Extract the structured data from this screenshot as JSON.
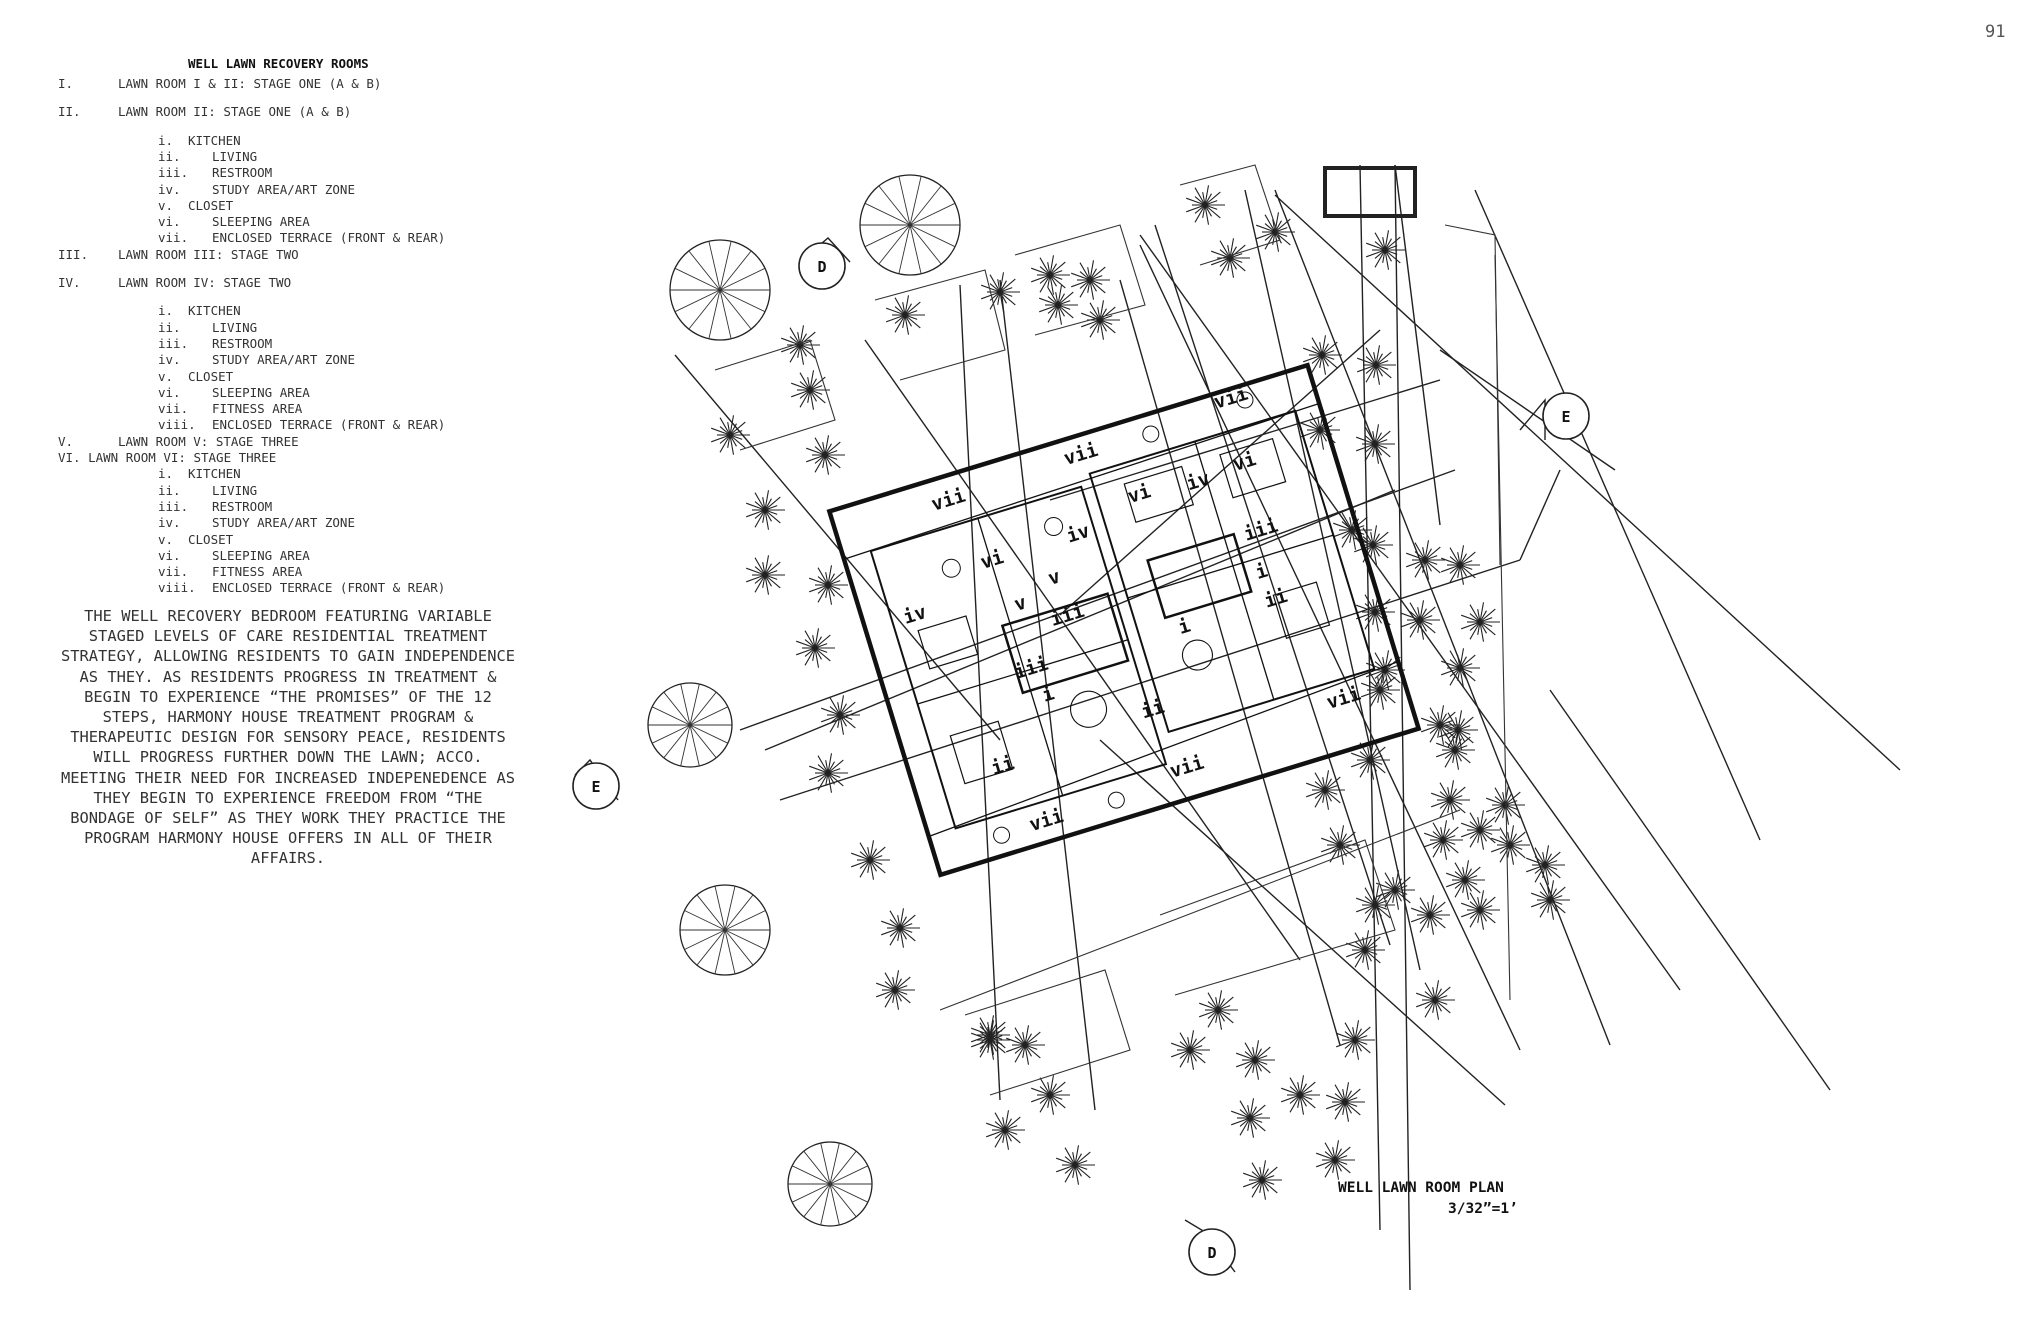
{
  "page": {
    "number": "91"
  },
  "legend": {
    "title": "WELL LAWN RECOVERY ROOMS",
    "rooms": [
      {
        "numeral": "I.",
        "name": "LAWN ROOM I & II: STAGE ONE (A & B)",
        "items": []
      },
      {
        "numeral": "II.",
        "name": "LAWN ROOM II: STAGE ONE (A & B)",
        "items": [
          {
            "n": "i.",
            "t": "KITCHEN"
          },
          {
            "n": "ii.",
            "t": "LIVING"
          },
          {
            "n": "iii.",
            "t": "RESTROOM"
          },
          {
            "n": "iv.",
            "t": "STUDY AREA/ART ZONE"
          },
          {
            "n": "v.",
            "t": "CLOSET"
          },
          {
            "n": "vi.",
            "t": "SLEEPING AREA"
          },
          {
            "n": "vii.",
            "t": "ENCLOSED TERRACE (FRONT & REAR)"
          }
        ]
      },
      {
        "numeral": "III.",
        "name": "LAWN ROOM III: STAGE TWO",
        "items": []
      },
      {
        "numeral": "IV.",
        "name": "LAWN ROOM IV: STAGE TWO",
        "items": [
          {
            "n": "i.",
            "t": "KITCHEN"
          },
          {
            "n": "ii.",
            "t": "LIVING"
          },
          {
            "n": "iii.",
            "t": "RESTROOM"
          },
          {
            "n": "iv.",
            "t": "STUDY AREA/ART ZONE"
          },
          {
            "n": "v.",
            "t": "CLOSET"
          },
          {
            "n": "vi.",
            "t": "SLEEPING AREA"
          },
          {
            "n": "vii.",
            "t": "FITNESS AREA"
          },
          {
            "n": "viii.",
            "t": "ENCLOSED TERRACE (FRONT & REAR)"
          }
        ]
      },
      {
        "numeral": "V.",
        "name": "LAWN ROOM V: STAGE THREE",
        "items": []
      },
      {
        "numeral": "VI.",
        "name": "LAWN ROOM VI: STAGE THREE",
        "items": [
          {
            "n": "i.",
            "t": "KITCHEN"
          },
          {
            "n": "ii.",
            "t": "LIVING"
          },
          {
            "n": "iii.",
            "t": "RESTROOM"
          },
          {
            "n": "iv.",
            "t": "STUDY AREA/ART ZONE"
          },
          {
            "n": "v.",
            "t": "CLOSET"
          },
          {
            "n": "vi.",
            "t": "SLEEPING AREA"
          },
          {
            "n": "vii.",
            "t": "FITNESS AREA"
          },
          {
            "n": "viii.",
            "t": "ENCLOSED TERRACE (FRONT & REAR)"
          }
        ]
      }
    ]
  },
  "description": "THE WELL RECOVERY BEDROOM FEATURING VARIABLE STAGED LEVELS OF CARE RESIDENTIAL TREATMENT STRATEGY, ALLOWING RESIDENTS TO GAIN INDEPENDENCE AS THEY. AS RESIDENTS PROGRESS IN TREATMENT & BEGIN TO EXPERIENCE “THE PROMISES” OF THE 12 STEPS, HARMONY HOUSE TREATMENT PROGRAM & THERAPEUTIC DESIGN FOR SENSORY PEACE, RESIDENTS WILL PROGRESS FURTHER DOWN THE LAWN; ACCO. MEETING THEIR NEED FOR INCREASED INDEPENEDENCE AS THEY BEGIN TO EXPERIENCE FREEDOM FROM “THE BONDAGE OF SELF” AS THEY WORK THEY PRACTICE THE PROGRAM HARMONY HOUSE OFFERS IN ALL OF THEIR AFFAIRS.",
  "plan": {
    "title": "WELL LAWN ROOM PLAN",
    "scale": "3/32”=1’",
    "section_markers": {
      "d": "D",
      "e": "E"
    },
    "room_labels": {
      "terrace": "vii",
      "sleeping": "vi",
      "study": "iv",
      "restroom": "iii",
      "kitchen": "i",
      "living": "ii",
      "closet": "v"
    }
  }
}
